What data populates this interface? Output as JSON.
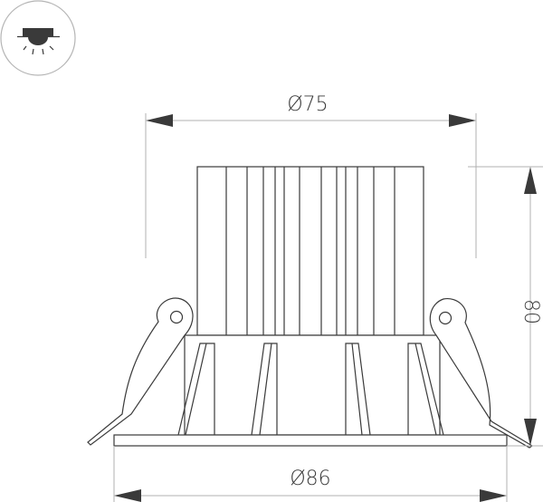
{
  "diagram": {
    "type": "technical-drawing",
    "subject": "recessed downlight side view",
    "icon": {
      "name": "recessed-ceiling-light-icon"
    },
    "dimensions": {
      "top_diameter": {
        "label": "Ø75",
        "value": 75
      },
      "bottom_diameter": {
        "label": "Ø86",
        "value": 86
      },
      "height": {
        "label": "80",
        "value": 80
      }
    },
    "colors": {
      "line": "#3a3a3a",
      "dimension_line": "#b0b0b0",
      "arrow": "#3a3a3a",
      "icon_border": "#b5b5b5"
    }
  }
}
